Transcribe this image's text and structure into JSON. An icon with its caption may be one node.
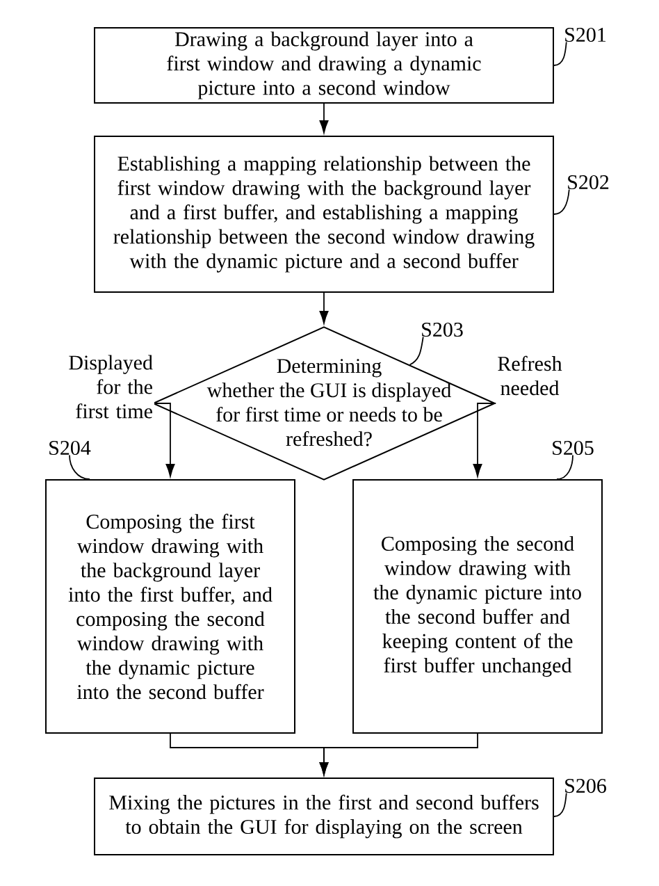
{
  "diagram": {
    "nodes": [
      {
        "text": [
          "Drawing a background layer into a first window and drawing a dynamic picture into a second window"
        ]
      },
      {
        "text": [
          "Establishing a mapping relationship between the first window drawing with the background layer and a first buffer, and establishing a mapping relationship between the second window drawing with the dynamic picture and a second buffer"
        ]
      },
      {
        "text": [
          "Determining whether the GUI is displayed for first time or needs to be refreshed?"
        ]
      },
      {
        "text": [
          "Composing the first window drawing with the background layer into the first buffer, and composing the second window drawing with the dynamic picture into the second buffer"
        ]
      },
      {
        "text": [
          "Composing the second window drawing with the dynamic picture into the second buffer and keeping content of the first buffer unchanged"
        ]
      },
      {
        "text": [
          "Mixing the pictures in the first and second buffers to obtain the GUI for displaying on the screen"
        ]
      },
      {
        "text": [
          "S201"
        ]
      },
      {
        "text": [
          "S202"
        ]
      },
      {
        "text": [
          "S203"
        ]
      },
      {
        "text": [
          "S204"
        ]
      },
      {
        "text": [
          "S205"
        ]
      },
      {
        "text": [
          "S206"
        ]
      }
    ],
    "edges": [
      {
        "from": 0,
        "to": 1,
        "arrow": "to"
      },
      {
        "from": 1,
        "to": 2,
        "arrow": "to"
      },
      {
        "from": 2,
        "to": 3,
        "arrow": "to",
        "label": "Displayed for the first time"
      },
      {
        "from": 2,
        "to": 4,
        "arrow": "to",
        "label": "Refresh needed"
      },
      {
        "from": 3,
        "to": 5,
        "arrow": "to"
      },
      {
        "from": 4,
        "to": 5,
        "arrow": "to"
      },
      {
        "from": 6,
        "to": 0,
        "arrow": "none"
      },
      {
        "from": 7,
        "to": 1,
        "arrow": "none"
      },
      {
        "from": 8,
        "to": 2,
        "arrow": "none"
      },
      {
        "from": 9,
        "to": 3,
        "arrow": "none"
      },
      {
        "from": 10,
        "to": 4,
        "arrow": "none"
      },
      {
        "from": 11,
        "to": 5,
        "arrow": "none"
      }
    ]
  }
}
